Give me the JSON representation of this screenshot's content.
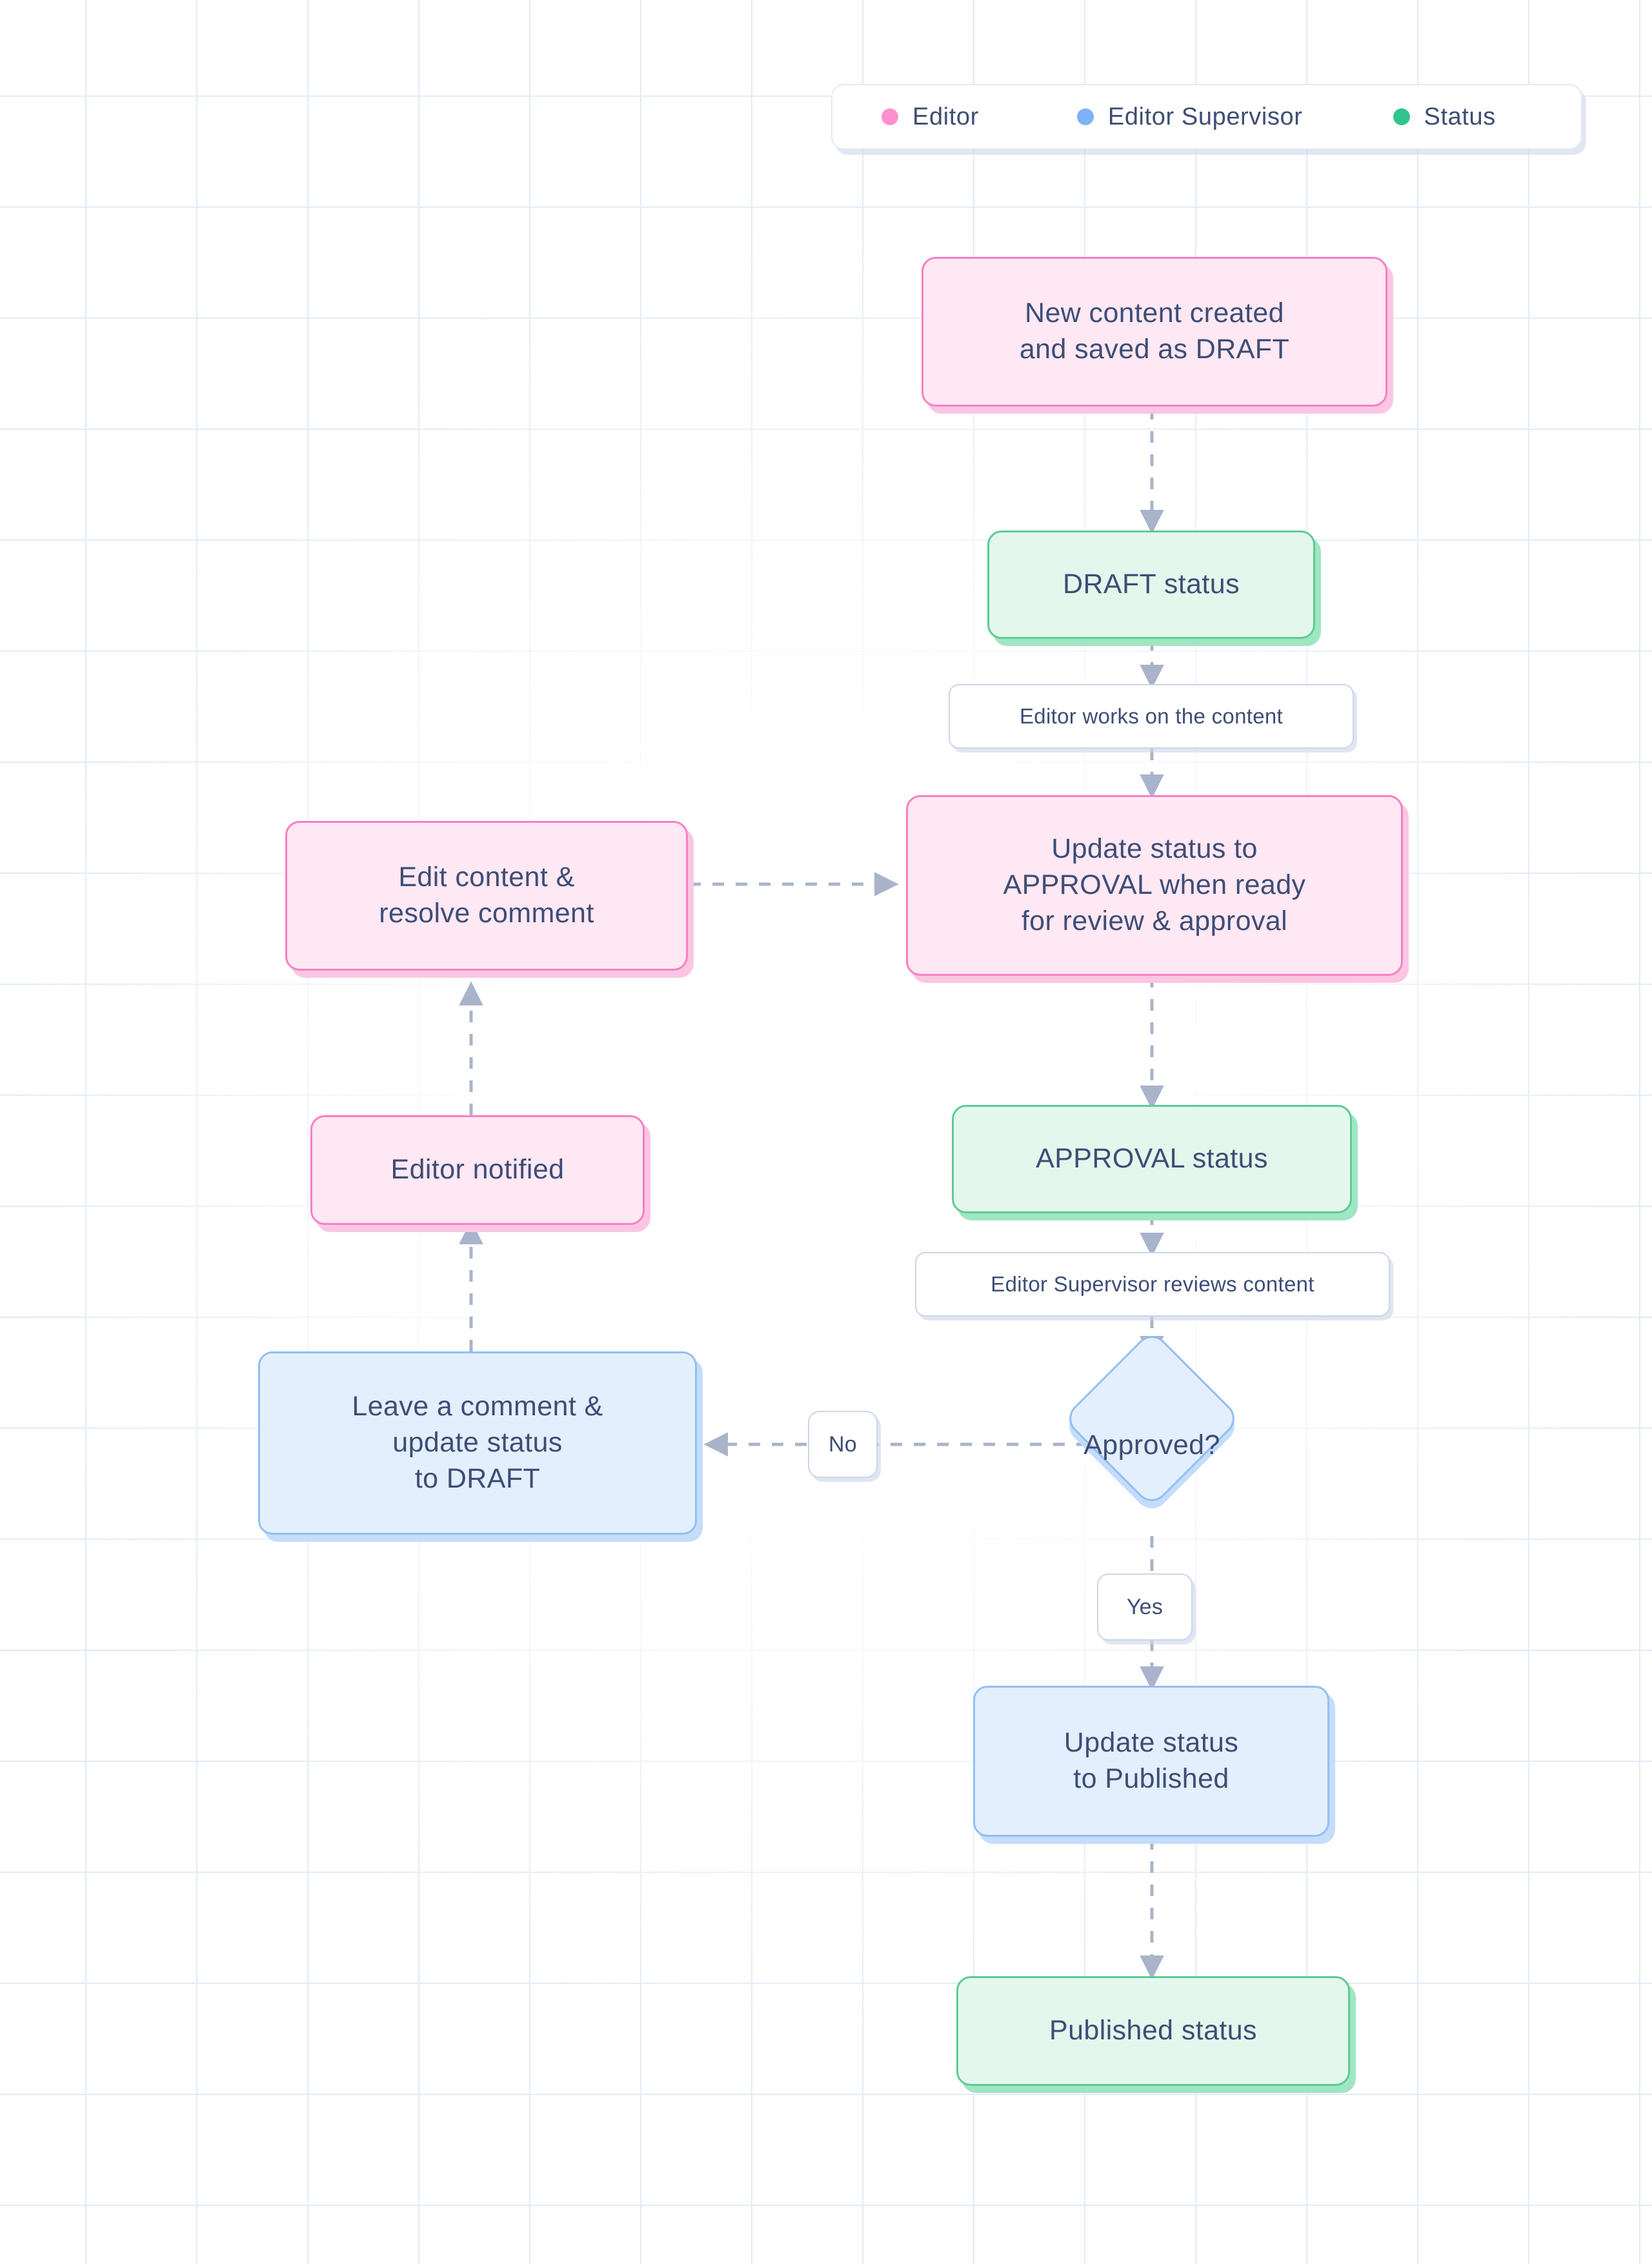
{
  "legend": {
    "items": [
      {
        "label": "Editor",
        "color": "#ff8fd0",
        "icon": "dot-icon"
      },
      {
        "label": "Editor Supervisor",
        "color": "#7fb2f7",
        "icon": "dot-icon"
      },
      {
        "label": "Status",
        "color": "#31c48d",
        "icon": "dot-icon"
      }
    ]
  },
  "chart_data": {
    "type": "diagram",
    "title": "Content editorial approval workflow",
    "nodes": [
      {
        "id": "n1",
        "text": "New content created\nand saved as DRAFT",
        "shape": "rounded-rect",
        "category": "Editor",
        "color": "#f77fc4"
      },
      {
        "id": "n2",
        "text": "DRAFT status",
        "shape": "rounded-rect",
        "category": "Status",
        "color": "#5dcb96"
      },
      {
        "id": "n3",
        "text": "Update status to\nAPPROVAL when ready\nfor review & approval",
        "shape": "rounded-rect",
        "category": "Editor",
        "color": "#f77fc4"
      },
      {
        "id": "n4",
        "text": "APPROVAL status",
        "shape": "rounded-rect",
        "category": "Status",
        "color": "#5dcb96"
      },
      {
        "id": "n5",
        "text": "Approved?",
        "shape": "diamond",
        "category": "Editor Supervisor",
        "color": "#92bff3"
      },
      {
        "id": "n6",
        "text": "Leave a comment &\nupdate status\nto DRAFT",
        "shape": "rounded-rect",
        "category": "Editor Supervisor",
        "color": "#92bff3"
      },
      {
        "id": "n7",
        "text": "Editor notified",
        "shape": "rounded-rect",
        "category": "Editor",
        "color": "#f77fc4"
      },
      {
        "id": "n8",
        "text": "Edit content &\nresolve comment",
        "shape": "rounded-rect",
        "category": "Editor",
        "color": "#f77fc4"
      },
      {
        "id": "n9",
        "text": "Update status\nto Published",
        "shape": "rounded-rect",
        "category": "Editor Supervisor",
        "color": "#92bff3"
      },
      {
        "id": "n10",
        "text": "Published status",
        "shape": "rounded-rect",
        "category": "Status",
        "color": "#5dcb96"
      }
    ],
    "edges": [
      {
        "from": "n1",
        "to": "n2",
        "label": ""
      },
      {
        "from": "n2",
        "to": "n3",
        "label": "Editor works on the content"
      },
      {
        "from": "n3",
        "to": "n4",
        "label": ""
      },
      {
        "from": "n4",
        "to": "n5",
        "label": "Editor Supervisor reviews content"
      },
      {
        "from": "n5",
        "to": "n6",
        "label": "No"
      },
      {
        "from": "n6",
        "to": "n7",
        "label": ""
      },
      {
        "from": "n7",
        "to": "n8",
        "label": ""
      },
      {
        "from": "n8",
        "to": "n3",
        "label": ""
      },
      {
        "from": "n5",
        "to": "n9",
        "label": "Yes"
      },
      {
        "from": "n9",
        "to": "n10",
        "label": ""
      }
    ]
  },
  "nodes": {
    "n1_line1": "New content created",
    "n1_line2": "and saved as DRAFT",
    "n2": "DRAFT status",
    "n3_line1": "Update status to",
    "n3_line2": "APPROVAL when ready",
    "n3_line3": "for review & approval",
    "n4": "APPROVAL status",
    "n5": "Approved?",
    "n6_line1": "Leave a comment &",
    "n6_line2": "update status",
    "n6_line3": "to DRAFT",
    "n7": "Editor notified",
    "n8_line1": "Edit content &",
    "n8_line2": "resolve comment",
    "n9_line1": "Update status",
    "n9_line2": "to Published",
    "n10": "Published status"
  },
  "edge_labels": {
    "editor_works": "Editor works on the content",
    "supervisor_reviews": "Editor Supervisor reviews content",
    "no": "No",
    "yes": "Yes"
  }
}
